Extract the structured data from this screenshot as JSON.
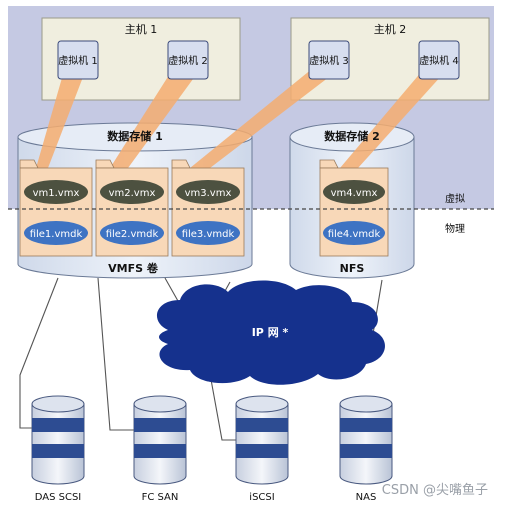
{
  "hosts": [
    {
      "label": "主机 1",
      "vms": [
        "虚拟机 1",
        "虚拟机 2"
      ]
    },
    {
      "label": "主机 2",
      "vms": [
        "虚拟机 3",
        "虚拟机 4"
      ]
    }
  ],
  "datastores": [
    {
      "label": "数据存储 1",
      "volume_label": "VMFS 卷"
    },
    {
      "label": "数据存储 2",
      "volume_label": "NFS"
    }
  ],
  "vms": [
    {
      "vmx": "vm1.vmx",
      "vmdk": "file1.vmdk"
    },
    {
      "vmx": "vm2.vmx",
      "vmdk": "file2.vmdk"
    },
    {
      "vmx": "vm3.vmx",
      "vmdk": "file3.vmdk"
    },
    {
      "vmx": "vm4.vmx",
      "vmdk": "file4.vmdk"
    }
  ],
  "layers": {
    "virtual": "虚拟",
    "physical": "物理"
  },
  "network": {
    "label": "IP 网 *"
  },
  "storage": [
    {
      "label": "DAS SCSI"
    },
    {
      "label": "FC SAN"
    },
    {
      "label": "iSCSI"
    },
    {
      "label": "NAS"
    }
  ],
  "watermark": "CSDN @尖嘴鱼子",
  "colors": {
    "virtual_band": "#c5c9e3",
    "host_box": "#f0eedf",
    "drum_body": "#e7edf7",
    "file_folder": "#f8d8b8",
    "vmx_pill": "#4d5140",
    "vmdk_pill": "#3e73c3",
    "beam": "#f5ad70",
    "cloud": "#15318d",
    "disk_band": "#2d4c92"
  }
}
